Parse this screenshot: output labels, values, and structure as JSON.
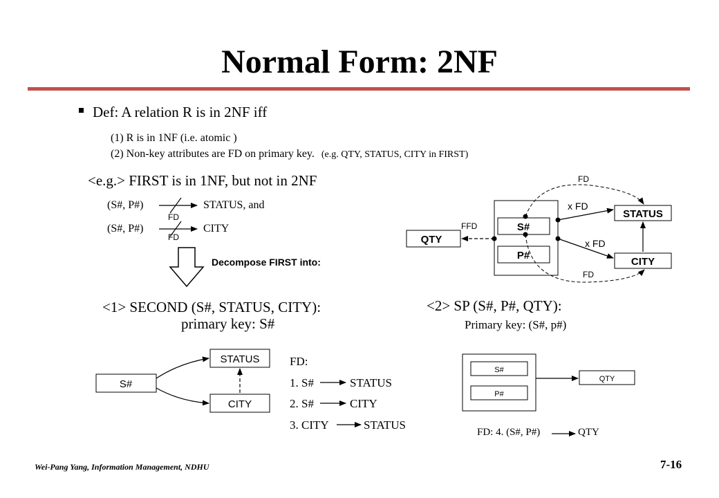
{
  "title": "Normal Form: 2NF",
  "definition": {
    "heading": "Def: A relation R is in 2NF iff",
    "cond1": "(1) R is in 1NF (i.e. atomic )",
    "cond2_main": "(2) Non-key attributes are FD on primary key.",
    "cond2_example": "(e.g. QTY, STATUS, CITY in FIRST)"
  },
  "example": {
    "heading": "<e.g.> FIRST is in 1NF, but not in 2NF",
    "line1_lhs": "(S#, P#)",
    "line1_rhs": "STATUS, and",
    "line2_lhs": "(S#, P#)",
    "line2_rhs": "CITY",
    "fd_label_1": "FD",
    "fd_label_2": "FD",
    "decompose": "Decompose FIRST into:"
  },
  "first_diagram": {
    "s_key": "S#",
    "p_key": "P#",
    "qty": "QTY",
    "status": "STATUS",
    "city": "CITY",
    "label_fd_top": "FD",
    "label_xfd_1": "x FD",
    "label_xfd_2": "x FD",
    "label_ffd": "FFD",
    "label_fd_bottom": "FD"
  },
  "second": {
    "heading": "<1> SECOND (S#, STATUS, CITY):",
    "primary_key": "primary key: S#",
    "s_box": "S#",
    "status_box": "STATUS",
    "city_box": "CITY",
    "fd_heading": "FD:",
    "fd1_lhs": "1. S#",
    "fd1_rhs": "STATUS",
    "fd2_lhs": "2. S#",
    "fd2_rhs": "CITY",
    "fd3_lhs": "3. CITY",
    "fd3_rhs": "STATUS"
  },
  "sp": {
    "heading": "<2> SP (S#, P#, QTY):",
    "primary_key": "Primary key: (S#, p#)",
    "s_box": "S#",
    "p_box": "P#",
    "qty_box": "QTY",
    "fd_lhs": "FD: 4. (S#, P#)",
    "fd_rhs": "QTY"
  },
  "footer": {
    "author": "Wei-Pang Yang, Information Management, NDHU",
    "page": "7-16"
  }
}
